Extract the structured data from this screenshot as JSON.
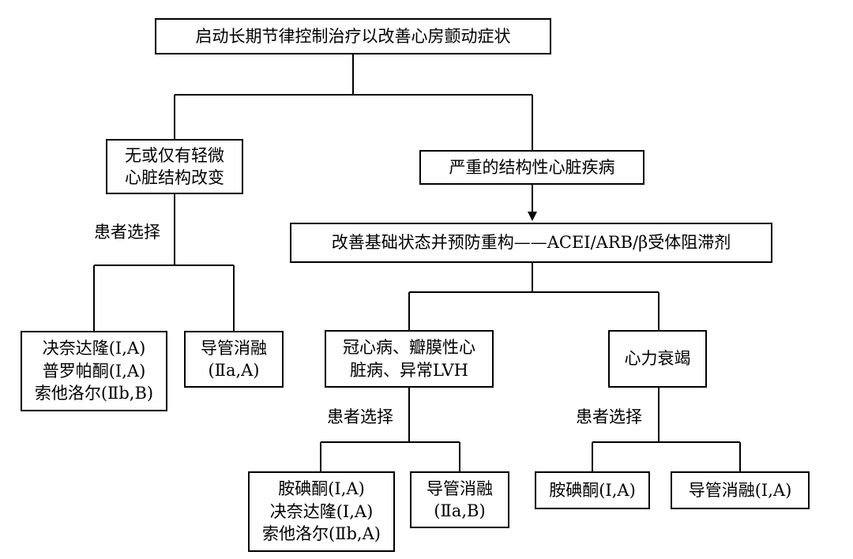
{
  "flowchart": {
    "root": "启动长期节律控制治疗以改善心房颤动症状",
    "minor_structural": [
      "无或仅有轻微",
      "心脏结构改变"
    ],
    "severe_structural": "严重的结构性心脏疾病",
    "remodeling": "改善基础状态并预防重构——ACEI/ARB/β受体阻滞剂",
    "left_drugs": [
      "决奈达隆(Ⅰ,A)",
      "普罗帕酮(Ⅰ,A)",
      "索他洛尔(Ⅱb,B)"
    ],
    "left_ablation": [
      "导管消融",
      "(Ⅱa,A)"
    ],
    "cad_valvular": [
      "冠心病、瓣膜性心",
      "脏病、异常LVH"
    ],
    "heart_failure": "心力衰竭",
    "mid_drugs": [
      "胺碘酮(Ⅰ,A)",
      "决奈达隆(Ⅰ,A)",
      "索他洛尔(Ⅱb,A)"
    ],
    "mid_ablation": [
      "导管消融",
      "(Ⅱa,B)"
    ],
    "hf_drug": "胺碘酮(Ⅰ,A)",
    "hf_ablation": "导管消融(Ⅰ,A)",
    "patient_choice_left": "患者选择",
    "patient_choice_mid": "患者选择",
    "patient_choice_right": "患者选择"
  }
}
